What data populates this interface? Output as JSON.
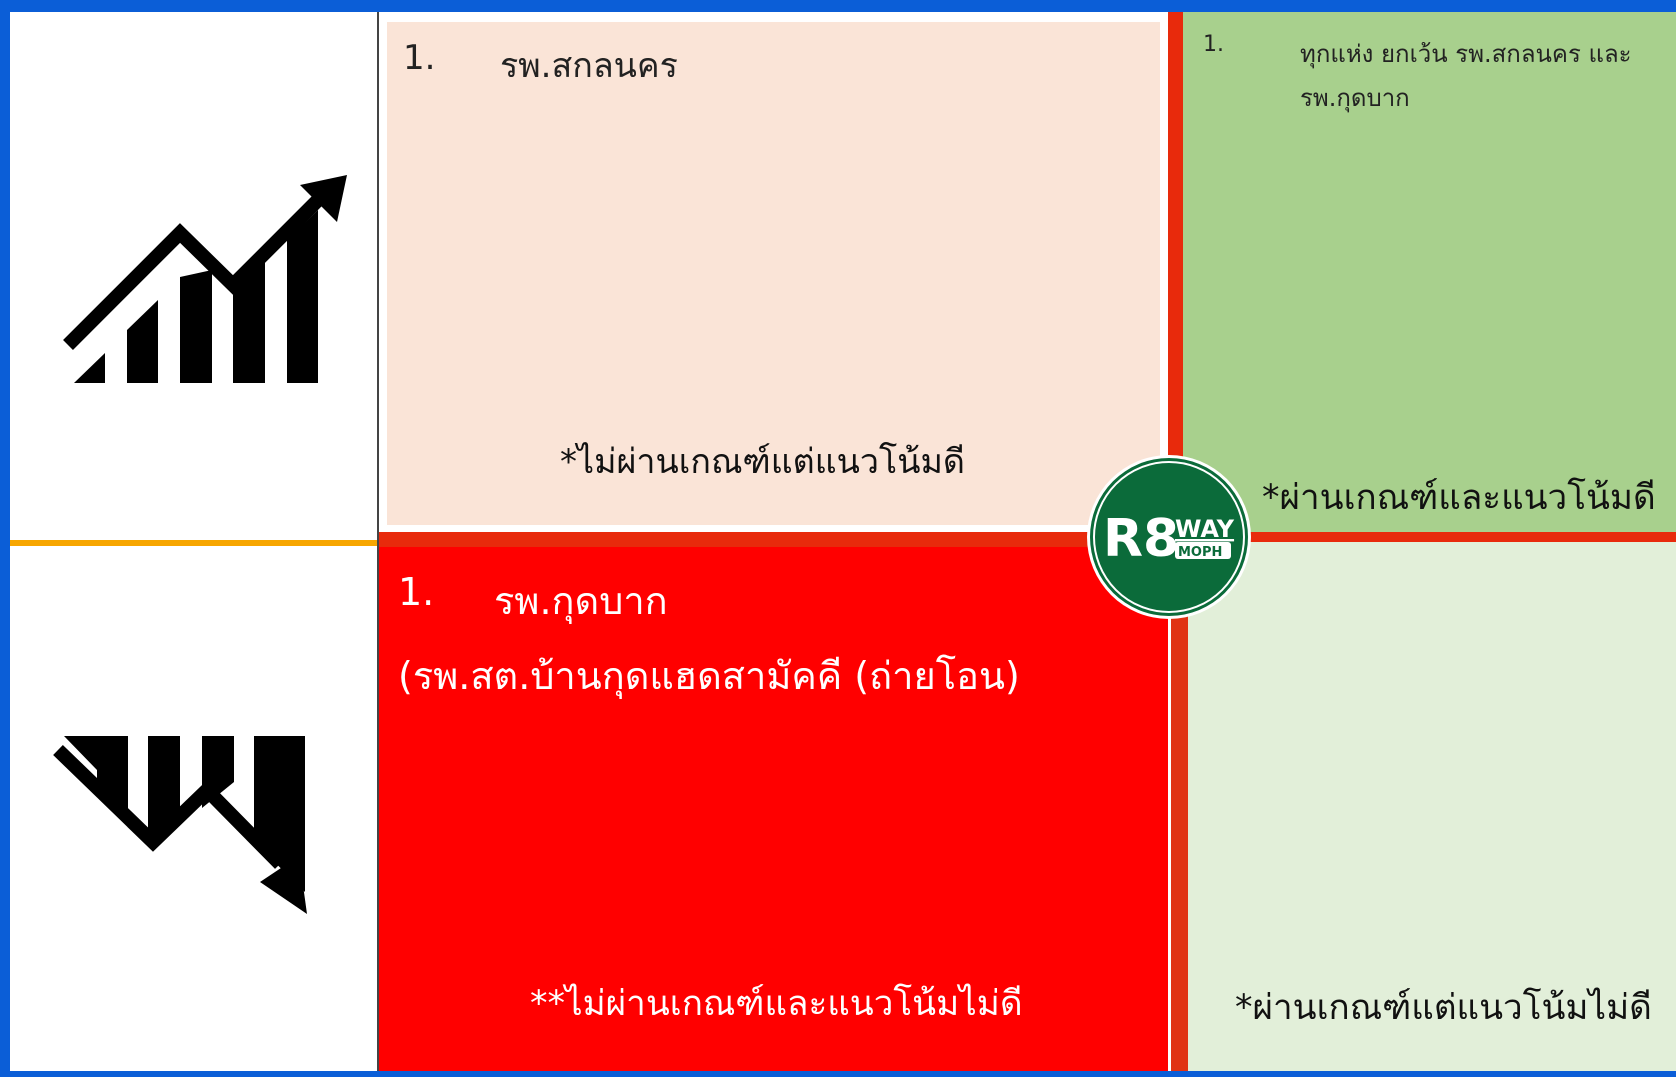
{
  "quadrants": {
    "top_left": {
      "item_number": "1.",
      "item": "รพ.สกลนคร",
      "note": "*ไม่ผ่านเกณฑ์แต่แนวโน้มดี"
    },
    "top_right": {
      "item_number": "1.",
      "item": "ทุกแห่ง ยกเว้น รพ.สกลนคร และ รพ.กุดบาก",
      "note": "*ผ่านเกณฑ์และแนวโน้มดี"
    },
    "bottom_left": {
      "item_number": "1.",
      "item": "รพ.กุดบาก",
      "sub_item": "(รพ.สต.บ้านกุดแฮดสามัคคี (ถ่ายโอน)",
      "note": "**ไม่ผ่านเกณฑ์และแนวโน้มไม่ดี"
    },
    "bottom_right": {
      "note": "*ผ่านเกณฑ์แต่แนวโน้มไม่ดี"
    }
  },
  "logo": {
    "text_main": "R8",
    "text_word": "WAY",
    "text_small": "MOPH"
  },
  "icons": {
    "trend_up": "trend-up-icon",
    "trend_down": "trend-down-icon"
  },
  "colors": {
    "frame_blue": "#0b5ed7",
    "divider_orange": "#f7a600",
    "quadrant_top_left": "#fae4d7",
    "quadrant_top_right": "#a8d08d",
    "quadrant_bottom_left": "#ff0000",
    "quadrant_bottom_right": "#e2efd9",
    "axis_red": "#e82a0c",
    "logo_green": "#0b6b3a"
  }
}
